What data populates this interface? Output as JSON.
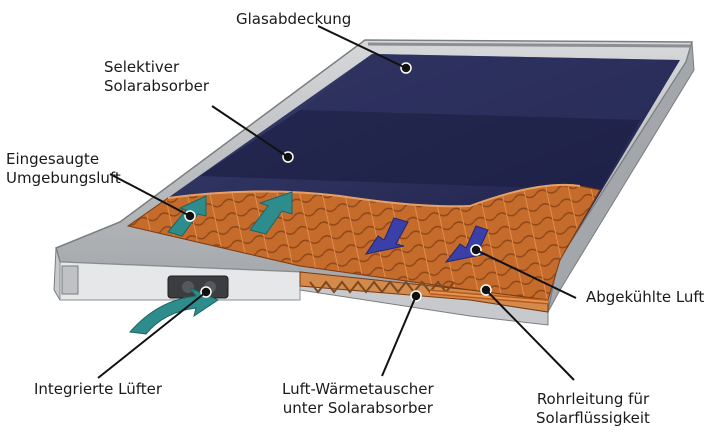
{
  "labels": {
    "glass_cover": "Glasabdeckung",
    "selective_absorber": {
      "line1": "Selektiver",
      "line2": "Solarabsorber"
    },
    "intake_air": {
      "line1": "Eingesaugte",
      "line2": "Umgebungsluft"
    },
    "cooled_air": "Abgekühlte Luft",
    "fan": "Integrierte Lüfter",
    "heat_exchanger": {
      "line1": "Luft-Wärmetauscher",
      "line2": "unter Solarabsorber"
    },
    "pipe": {
      "line1": "Rohrleitung für",
      "line2": "Solarflüssigkeit"
    }
  },
  "colors": {
    "glass": "#2a2d55",
    "absorber_copper": "#c56b2c",
    "frame": "#b9bbbe",
    "intake_arrow": "#2f8c8c",
    "cooled_arrow": "#3b3fa8",
    "leader_line": "#111111"
  }
}
